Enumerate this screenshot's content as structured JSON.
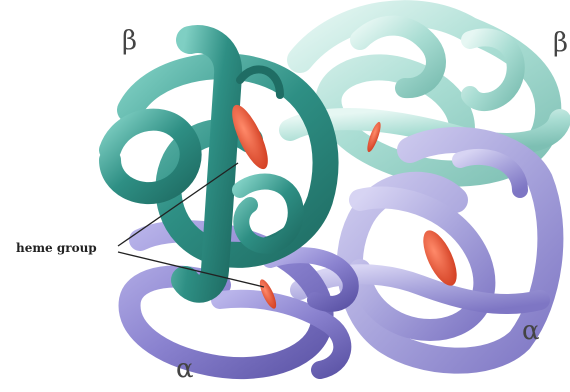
{
  "labels": {
    "beta_left": "β",
    "beta_right": "β",
    "alpha_bottom": "α",
    "alpha_right": "α",
    "heme": "heme group"
  },
  "colors": {
    "beta_dark": "#2e8f84",
    "beta_light": "#a9ddd3",
    "alpha": "#a8a4dc",
    "alpha_dark": "#7e76c4",
    "heme": "#e8583a"
  }
}
